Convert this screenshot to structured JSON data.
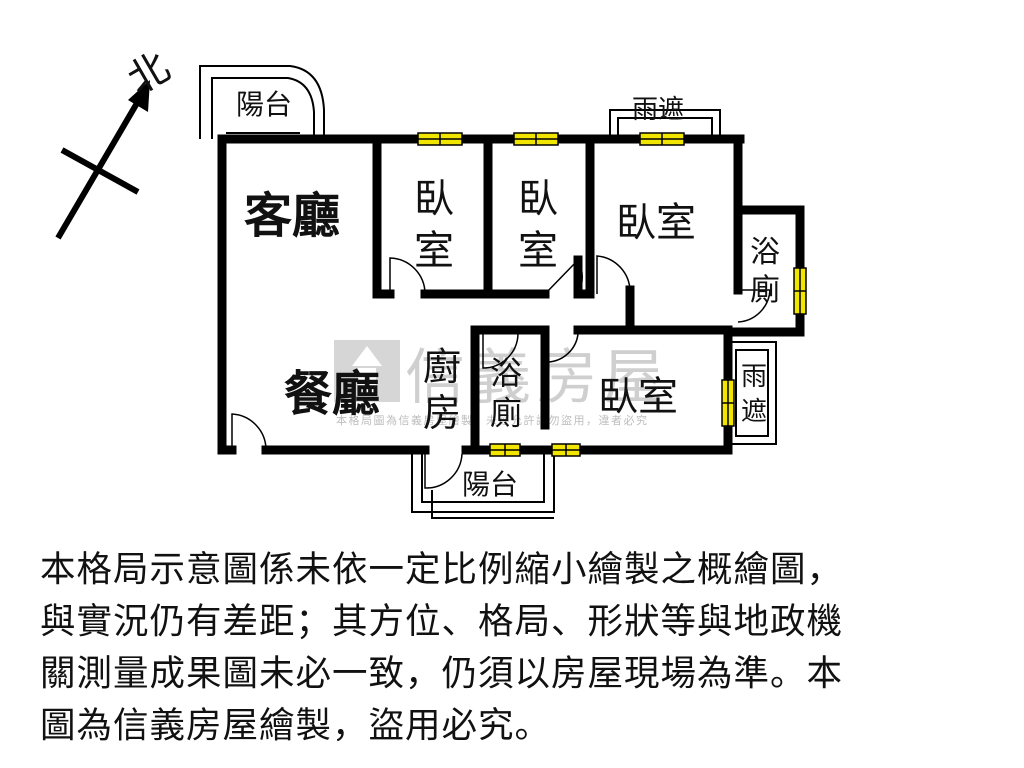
{
  "plan": {
    "compass": {
      "label": "北"
    },
    "rooms": {
      "living_room": "客廳",
      "dining_room": "餐廳",
      "bedroom_1": [
        "臥",
        "室"
      ],
      "bedroom_2": [
        "臥",
        "室"
      ],
      "bedroom_3": "臥室",
      "bedroom_4": "臥室",
      "bathroom_1": [
        "浴",
        "廁"
      ],
      "bathroom_2": [
        "浴",
        "廁"
      ],
      "kitchen": [
        "廚",
        "房"
      ],
      "balcony_top": "陽台",
      "balcony_bottom": "陽台",
      "canopy_top": "雨遮",
      "canopy_right": [
        "雨",
        "遮"
      ]
    },
    "watermark": {
      "brand": "信義房屋",
      "notice": "本格局圖為信義房屋繪製，未經允許請勿盜用，違者必究"
    }
  },
  "disclaimer": {
    "lines": [
      "本格局示意圖係未依一定比例縮小繪製之概繪圖，",
      "與實況仍有差距；其方位、格局、形狀等與地政機",
      "關測量成果圖未必一致，仍須以房屋現場為準。本",
      "圖為信義房屋繪製，盜用必究。"
    ]
  },
  "colors": {
    "wall": "#000000",
    "window": "#f2e600",
    "watermark": "#cfcfcf"
  }
}
